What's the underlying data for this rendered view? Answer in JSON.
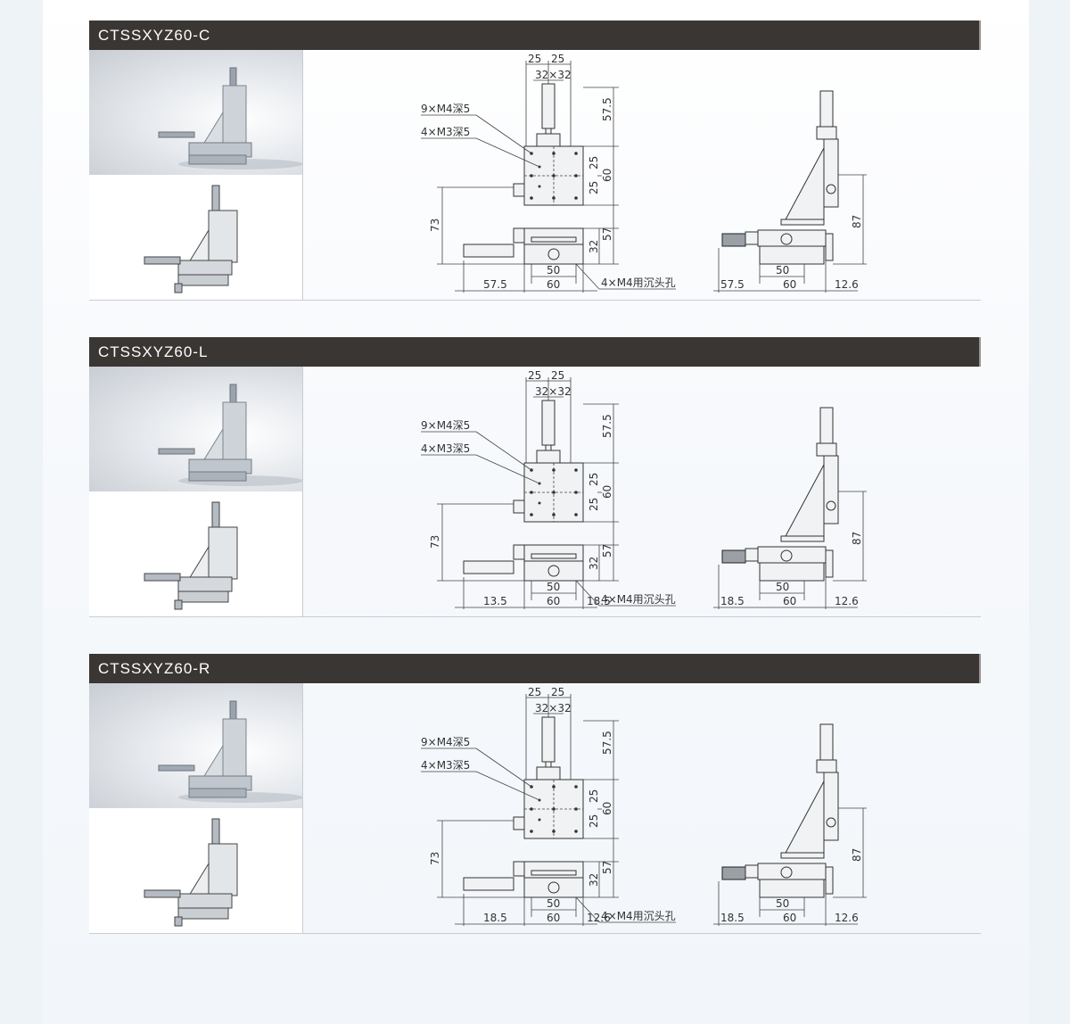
{
  "sections": [
    {
      "title": "CTSSXYZ60-C",
      "photo_top_icon": "stage-render-icon",
      "photo_bottom_icon": "stage-render-icon",
      "front": {
        "dim_25a": "25",
        "dim_25b": "25",
        "dim_32x32": "32×32",
        "label_holes_m4": "9×M4深5",
        "label_holes_m3": "4×M3深5",
        "dim_57_5_top": "57.5",
        "dim_25_r1": "25",
        "dim_25_r2": "25",
        "dim_60_r": "60",
        "dim_73": "73",
        "dim_57": "57",
        "dim_32": "32",
        "dim_50": "50",
        "dim_bottom_left": "57.5",
        "dim_bottom_60": "60",
        "dim_bottom_right": "",
        "label_counterbore": "4×M4用沉头孔"
      },
      "side": {
        "dim_87": "87",
        "dim_left": "57.5",
        "dim_50": "50",
        "dim_60": "60",
        "dim_right": "12.6"
      }
    },
    {
      "title": "CTSSXYZ60-L",
      "photo_top_icon": "stage-render-icon",
      "photo_bottom_icon": "stage-render-icon",
      "front": {
        "dim_25a": "25",
        "dim_25b": "25",
        "dim_32x32": "32×32",
        "label_holes_m4": "9×M4深5",
        "label_holes_m3": "4×M3深5",
        "dim_57_5_top": "57.5",
        "dim_25_r1": "25",
        "dim_25_r2": "25",
        "dim_60_r": "60",
        "dim_73": "73",
        "dim_57": "57",
        "dim_32": "32",
        "dim_50": "50",
        "dim_bottom_left": "13.5",
        "dim_bottom_60": "60",
        "dim_bottom_right": "18.5",
        "label_counterbore": "4×M4用沉头孔"
      },
      "side": {
        "dim_87": "87",
        "dim_left": "18.5",
        "dim_50": "50",
        "dim_60": "60",
        "dim_right": "12.6"
      }
    },
    {
      "title": "CTSSXYZ60-R",
      "photo_top_icon": "stage-render-icon",
      "photo_bottom_icon": "stage-render-icon",
      "front": {
        "dim_25a": "25",
        "dim_25b": "25",
        "dim_32x32": "32×32",
        "label_holes_m4": "9×M4深5",
        "label_holes_m3": "4×M3深5",
        "dim_57_5_top": "57.5",
        "dim_25_r1": "25",
        "dim_25_r2": "25",
        "dim_60_r": "60",
        "dim_73": "73",
        "dim_57": "57",
        "dim_32": "32",
        "dim_50": "50",
        "dim_bottom_left": "18.5",
        "dim_bottom_60": "60",
        "dim_bottom_right": "12.6",
        "label_counterbore": "4×M4用沉头孔"
      },
      "side": {
        "dim_87": "87",
        "dim_left": "18.5",
        "dim_50": "50",
        "dim_60": "60",
        "dim_right": "12.6"
      }
    }
  ],
  "colors": {
    "header_bg": "#3a3634",
    "page_bg": "#eef3f8",
    "line": "#444444"
  }
}
